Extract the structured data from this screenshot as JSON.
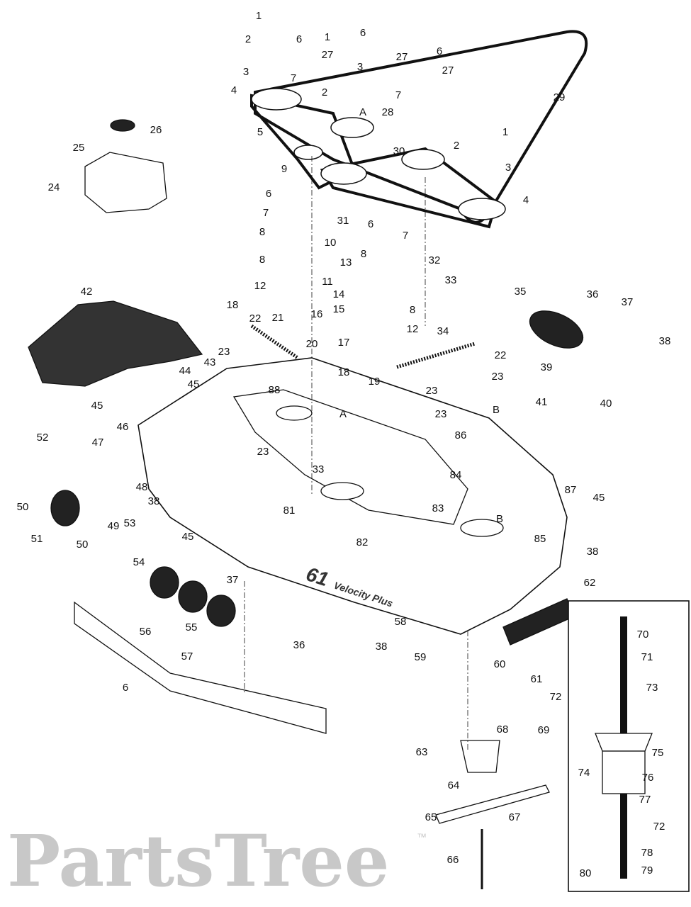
{
  "diagram": {
    "watermark": "PartsTree",
    "watermark_tm": "™",
    "deck_model": "61",
    "deck_brand": "Velocity Plus",
    "callouts": [
      "1",
      "2",
      "3",
      "4",
      "5",
      "6",
      "7",
      "27",
      "1",
      "3",
      "2",
      "6",
      "27",
      "7",
      "6",
      "27",
      "28",
      "A",
      "29",
      "1",
      "2",
      "3",
      "4",
      "30",
      "9",
      "31",
      "26",
      "25",
      "24",
      "6",
      "7",
      "8",
      "10",
      "8",
      "11",
      "12",
      "6",
      "7",
      "8",
      "13",
      "32",
      "33",
      "14",
      "15",
      "8",
      "12",
      "16",
      "18",
      "22",
      "21",
      "20",
      "23",
      "17",
      "18",
      "19",
      "34",
      "22",
      "23",
      "23",
      "23",
      "B",
      "86",
      "35",
      "36",
      "37",
      "38",
      "39",
      "41",
      "40",
      "42",
      "43",
      "44",
      "45",
      "45",
      "46",
      "88",
      "23",
      "A",
      "33",
      "81",
      "52",
      "47",
      "48",
      "49",
      "50",
      "51",
      "50",
      "38",
      "53",
      "45",
      "54",
      "84",
      "83",
      "B",
      "85",
      "82",
      "87",
      "45",
      "38",
      "37",
      "62",
      "55",
      "56",
      "36",
      "38",
      "58",
      "59",
      "60",
      "61",
      "57",
      "6",
      "70",
      "71",
      "72",
      "73",
      "69",
      "75",
      "74",
      "76",
      "77",
      "72",
      "78",
      "79",
      "80",
      "68",
      "63",
      "64",
      "65",
      "67",
      "66"
    ]
  }
}
